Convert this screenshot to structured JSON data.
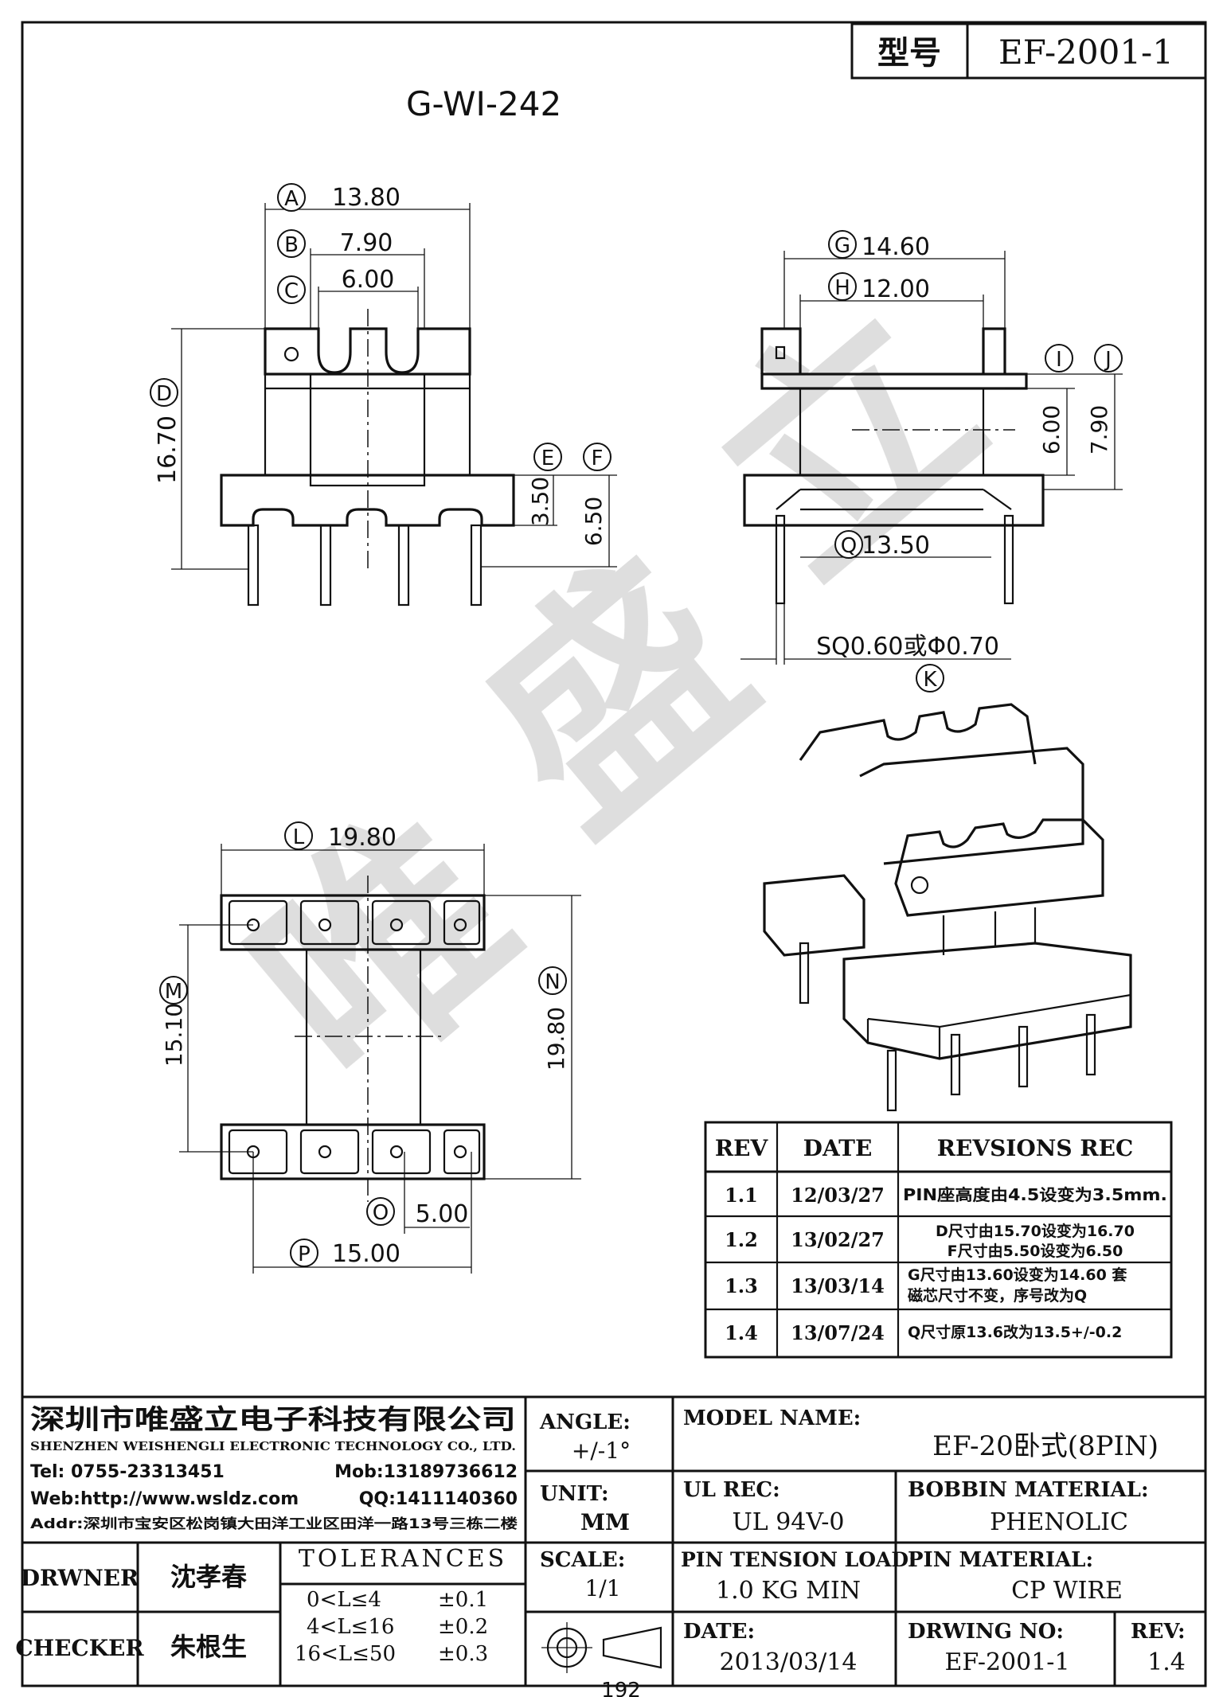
{
  "header": {
    "model_label": "型号",
    "model_value": "EF-2001-1",
    "part_code": "G-WI-242"
  },
  "watermark": [
    "唯",
    "盛",
    "立"
  ],
  "dims": {
    "A": "13.80",
    "B": "7.90",
    "C": "6.00",
    "D": "16.70",
    "E": "3.50",
    "F": "6.50",
    "G": "14.60",
    "H": "12.00",
    "I": "6.00",
    "J": "7.90",
    "Q": "13.50",
    "K": "SQ0.60或Φ0.70",
    "L": "19.80",
    "M": "15.10",
    "N": "19.80",
    "O": "5.00",
    "P": "15.00"
  },
  "markers": [
    "A",
    "B",
    "C",
    "D",
    "E",
    "F",
    "G",
    "H",
    "I",
    "J",
    "K",
    "L",
    "M",
    "N",
    "O",
    "P",
    "Q"
  ],
  "rev_table": {
    "headers": [
      "REV",
      "DATE",
      "REVSIONS REC"
    ],
    "rows": [
      {
        "rev": "1.1",
        "date": "12/03/27",
        "rec": [
          "PIN座高度由4.5设变为3.5mm."
        ]
      },
      {
        "rev": "1.2",
        "date": "13/02/27",
        "rec": [
          "D尺寸由15.70设变为16.70",
          "F尺寸由5.50设变为6.50"
        ]
      },
      {
        "rev": "1.3",
        "date": "13/03/14",
        "rec": [
          "G尺寸由13.60设变为14.60  套",
          "磁芯尺寸不变，序号改为Q"
        ]
      },
      {
        "rev": "1.4",
        "date": "13/07/24",
        "rec": [
          "Q尺寸原13.6改为13.5+/-0.2"
        ]
      }
    ]
  },
  "company": {
    "name_cn": "深圳市唯盛立电子科技有限公司",
    "name_en": "SHENZHEN WEISHENGLI ELECTRONIC TECHNOLOGY CO., LTD.",
    "tel": "Tel: 0755-23313451",
    "mob": "Mob:13189736612",
    "web": "Web:http://www.wsldz.com",
    "qq": "QQ:1411140360",
    "addr": "Addr:深圳市宝安区松岗镇大田洋工业区田洋一路13号三栋二楼"
  },
  "title_block": {
    "angle_label": "ANGLE:",
    "angle_value": "+/-1°",
    "unit_label": "UNIT:",
    "unit_value": "MM",
    "scale_label": "SCALE:",
    "scale_value": "1/1",
    "model_name_label": "MODEL NAME:",
    "model_name_value": "EF-20卧式(8PIN)",
    "ul_label": "UL REC:",
    "ul_value": "UL 94V-0",
    "bobbin_label": "BOBBIN MATERIAL:",
    "bobbin_value": "PHENOLIC",
    "pin_tension_label": "PIN TENSION LOAD:",
    "pin_tension_value": "1.0 KG MIN",
    "pin_material_label": "PIN MATERIAL:",
    "pin_material_value": "CP WIRE",
    "date_label": "DATE:",
    "date_value": "2013/03/14",
    "drawing_no_label": "DRWING NO:",
    "drawing_no_value": "EF-2001-1",
    "rev_label": "REV:",
    "rev_value": "1.4",
    "drawer_label": "DRWNER",
    "drawer_value": "沈孝春",
    "checker_label": "CHECKER",
    "checker_value": "朱根生",
    "tolerances_label": "TOLERANCES",
    "tolerances": [
      {
        "range": "0<L≤4",
        "tol": "±0.1"
      },
      {
        "range": "4<L≤16",
        "tol": "±0.2"
      },
      {
        "range": "16<L≤50",
        "tol": "±0.3"
      }
    ]
  },
  "page_number": "192"
}
